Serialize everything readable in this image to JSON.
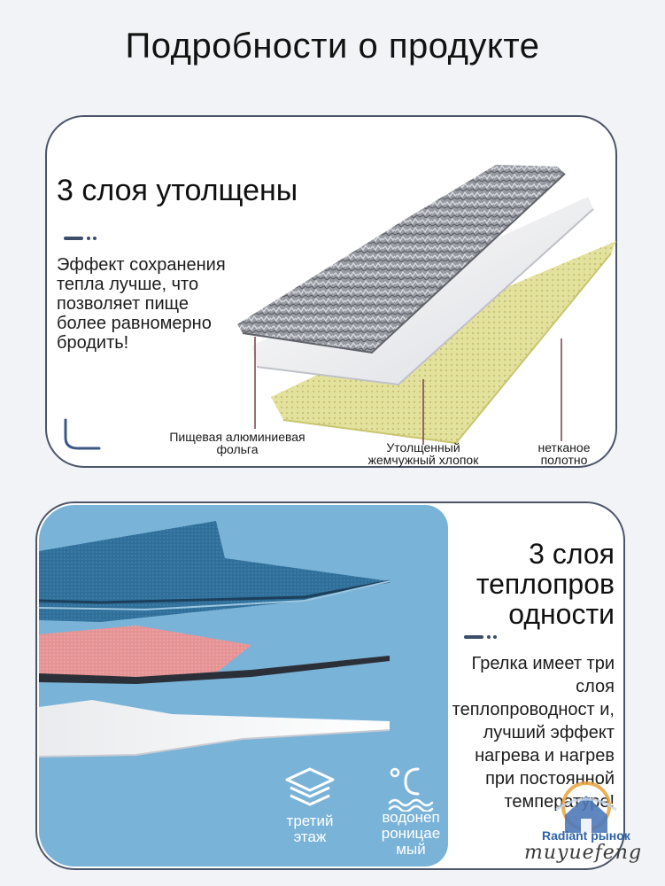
{
  "page": {
    "title": "Подробности о продукте"
  },
  "card1": {
    "heading": "3 слоя утолщены",
    "body": "Эффект сохранения тепла лучше, что позволяет пище более равномерно бродить!",
    "labels": {
      "foil": "Пищевая алюминиевая фольга",
      "pearl_cotton": "Утолщенный жемчужный хлопок",
      "nonwoven": "нетканое полотно"
    }
  },
  "card2": {
    "heading": "3 слоя теплопров одности",
    "body": "Грелка имеет три слоя теплопроводност и, лучший эффект нагрева и нагрев при постоянной температуре!",
    "features": [
      {
        "icon": "layers-icon",
        "label": "третий этаж"
      },
      {
        "icon": "water-temperature-icon",
        "label": "водонеп роницае мый"
      }
    ]
  },
  "watermark": {
    "brand": "Radiant рынок",
    "signature": "muyuefeng"
  },
  "colors": {
    "card_border": "#4c5568",
    "card2_blue": "#7ab3d8",
    "foil_gray": "#8d9096",
    "pearl_white": "#f4f4f6",
    "nonwoven_yellow": "#e4e39e",
    "layer_blue": "#2f6f99",
    "layer_pink": "#e59394",
    "leader_line": "#7a3c48"
  }
}
